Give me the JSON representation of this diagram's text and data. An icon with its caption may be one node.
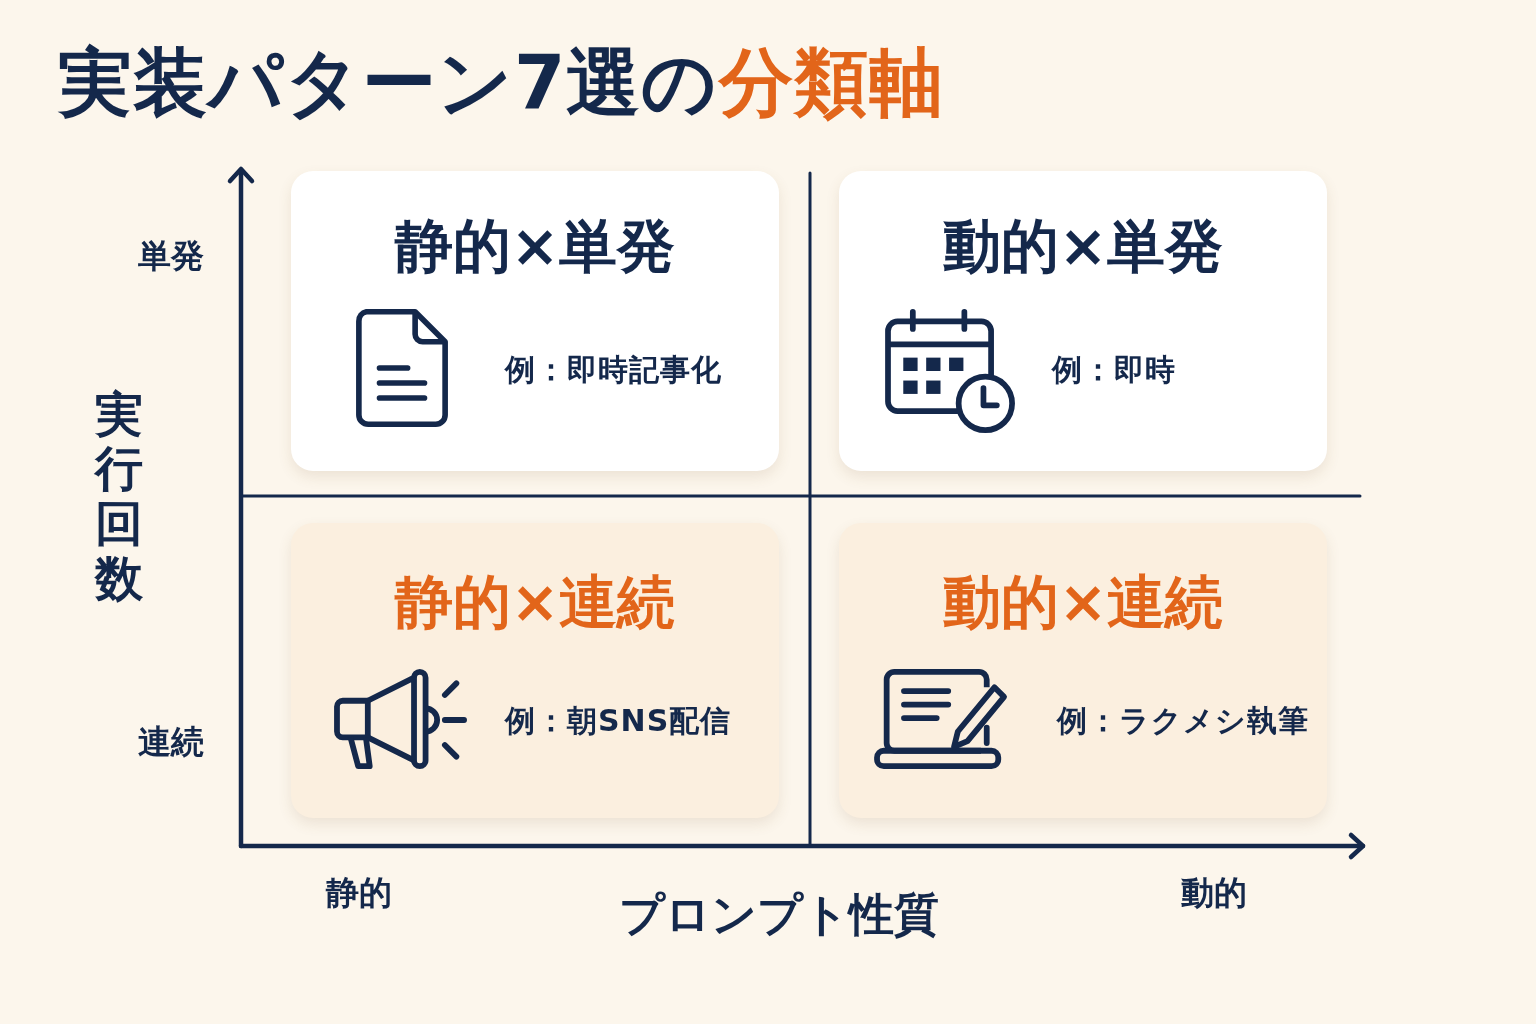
{
  "diagram": {
    "title": "実装パターン7選の**分類軸**",
    "nodes": [
      {
        "text": [
          "静的×単発",
          "例：即時記事化"
        ]
      },
      {
        "text": [
          "動的×単発",
          "例：即時"
        ]
      },
      {
        "text": [
          "静的×連続",
          "例：朝SNS配信"
        ]
      },
      {
        "text": [
          "動的×連続",
          "例：ラクメシ執筆"
        ]
      }
    ],
    "labels": [
      "単発",
      "実行回数",
      "連続",
      "静的",
      "プロンプト性質",
      "動的"
    ]
  }
}
